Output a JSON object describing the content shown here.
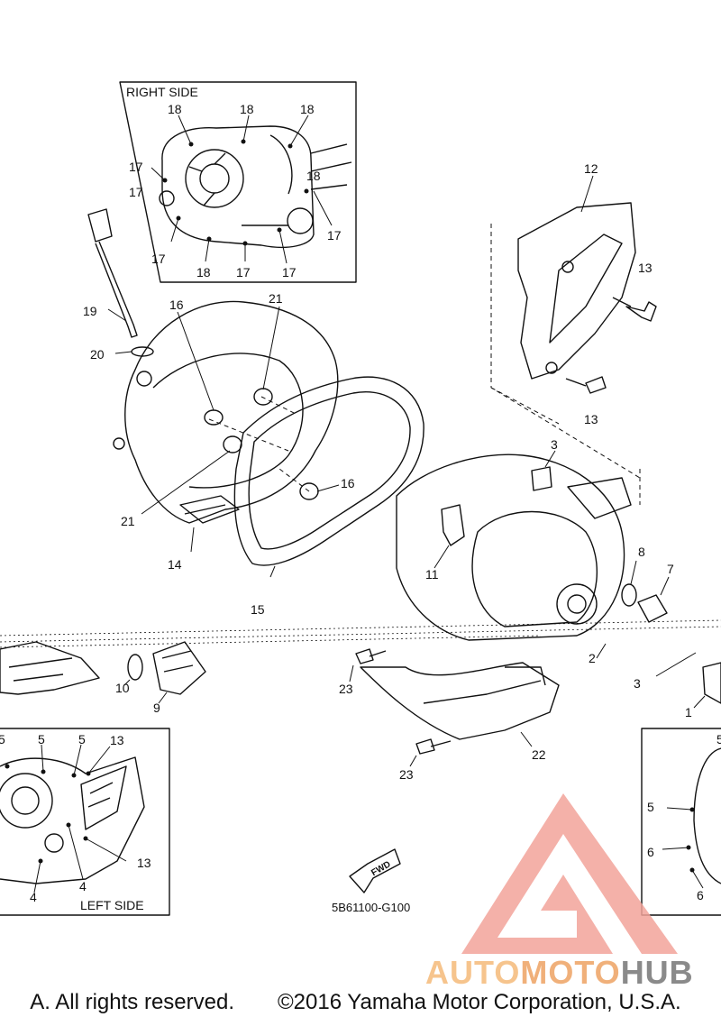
{
  "labels": {
    "right_side": "RIGHT SIDE",
    "left_side": "LEFT SIDE",
    "part_code": "5B61100-G100",
    "fwd": "FWD"
  },
  "callouts": [
    "1",
    "2",
    "3",
    "4",
    "5",
    "6",
    "7",
    "8",
    "9",
    "10",
    "11",
    "12",
    "13",
    "14",
    "15",
    "16",
    "17",
    "18",
    "19",
    "20",
    "21",
    "22",
    "23"
  ],
  "watermark": {
    "part1": "AUTO",
    "part2": "MOTO",
    "part3": "HUB",
    "color_light": "#f6c48d",
    "color_mid": "#f0b07a",
    "color_dark": "#8a8a8a",
    "logo_color": "#f2a39a"
  },
  "footer": {
    "left": "A. All rights reserved.",
    "right": "©2016 Yamaha Motor Corporation, U.S.A."
  }
}
